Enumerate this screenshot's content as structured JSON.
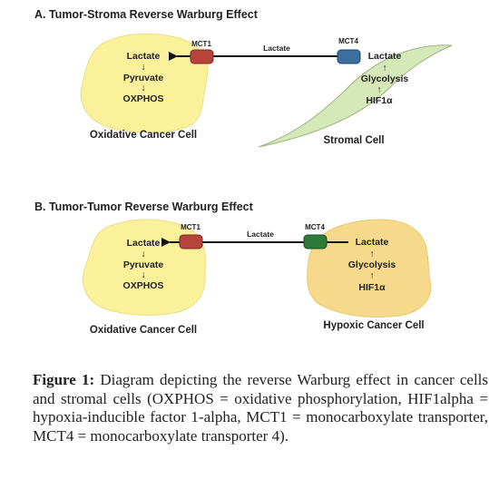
{
  "panel_a": {
    "title": "A. Tumor-Stroma Reverse Warburg Effect",
    "left_cell": {
      "label": "Oxidative Cancer Cell",
      "steps": [
        "Lactate",
        "Pyruvate",
        "OXPHOS"
      ],
      "color": "#fbf19a"
    },
    "right_cell": {
      "label": "Stromal Cell",
      "steps": [
        "Lactate",
        "Glycolysis",
        "HIF1α"
      ],
      "color": "#d6e8b8"
    },
    "left_transporter": {
      "label": "MCT1",
      "color": "#b5443a"
    },
    "right_transporter": {
      "label": "MCT4",
      "color": "#3a6fa0"
    },
    "arrow_label": "Lactate"
  },
  "panel_b": {
    "title": "B. Tumor-Tumor Reverse Warburg Effect",
    "left_cell": {
      "label": "Oxidative Cancer Cell",
      "steps": [
        "Lactate",
        "Pyruvate",
        "OXPHOS"
      ],
      "color": "#fbf19a"
    },
    "right_cell": {
      "label": "Hypoxic Cancer Cell",
      "steps": [
        "Lactate",
        "Glycolysis",
        "HIF1α"
      ],
      "color": "#f6d98a"
    },
    "left_transporter": {
      "label": "MCT1",
      "color": "#b5443a"
    },
    "right_transporter": {
      "label": "MCT4",
      "color": "#2f7a3a"
    },
    "arrow_label": "Lactate"
  },
  "caption": {
    "figure_label": "Figure 1:",
    "text": " Diagram depicting the reverse Warburg effect in cancer cells and stromal cells (OXPHOS = oxidative phosphorylation, HIF1alpha = hypoxia-inducible factor 1-alpha, MCT1 = monocarboxylate transporter, MCT4 = monocarboxylate transporter 4)."
  }
}
